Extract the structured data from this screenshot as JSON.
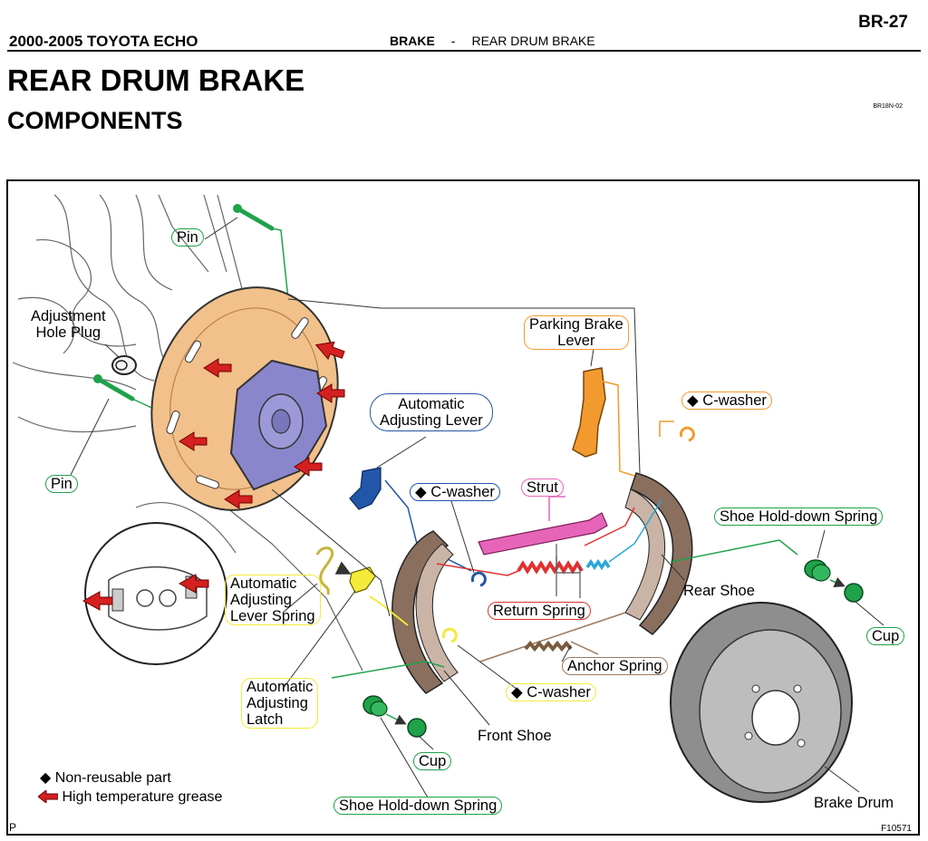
{
  "header": {
    "page": "BR-27",
    "model": "2000-2005 TOYOTA ECHO",
    "section": "BRAKE",
    "separator": "-",
    "subsection": "REAR DRUM BRAKE"
  },
  "titles": {
    "main": "REAR DRUM BRAKE",
    "sub": "COMPONENTS",
    "code": "BR18N-02"
  },
  "labels": {
    "pin_top": "Pin",
    "adj_hole_plug_1": "Adjustment",
    "adj_hole_plug_2": "Hole Plug",
    "pin_left": "Pin",
    "parking_brake_lever_1": "Parking Brake",
    "parking_brake_lever_2": "Lever",
    "auto_adj_lever_1": "Automatic",
    "auto_adj_lever_2": "Adjusting Lever",
    "c_washer_right": "C-washer",
    "c_washer_mid": "C-washer",
    "strut": "Strut",
    "shoe_hold_down_right": "Shoe Hold-down Spring",
    "rear_shoe": "Rear Shoe",
    "cup_right": "Cup",
    "return_spring": "Return Spring",
    "anchor_spring": "Anchor Spring",
    "c_washer_bottom": "C-washer",
    "aal_spring_1": "Automatic",
    "aal_spring_2": "Adjusting",
    "aal_spring_3": "Lever Spring",
    "latch_1": "Automatic",
    "latch_2": "Adjusting",
    "latch_3": "Latch",
    "front_shoe": "Front Shoe",
    "cup_bottom": "Cup",
    "shoe_hold_down_bottom": "Shoe Hold-down Spring",
    "brake_drum": "Brake Drum"
  },
  "legend": {
    "non_reusable": "Non-reusable part",
    "grease": "High temperature grease"
  },
  "footer": {
    "figure_code": "F10571",
    "p_mark": "P"
  },
  "colors": {
    "backing_plate": "#f2c08a",
    "hub": "#8a86cc",
    "grease_arrow": "#d42020",
    "green": "#1fa24a",
    "orange": "#f29a2e",
    "blue": "#2256a8",
    "pink": "#e765b8",
    "red_spring": "#e03030",
    "cyan": "#2aa6d8",
    "yellow": "#f4ea3a",
    "brown": "#9a7a5e",
    "shoe": "#8a6e5e",
    "drum": "#8e8e8e"
  },
  "symbols": {
    "diamond": "◆"
  }
}
